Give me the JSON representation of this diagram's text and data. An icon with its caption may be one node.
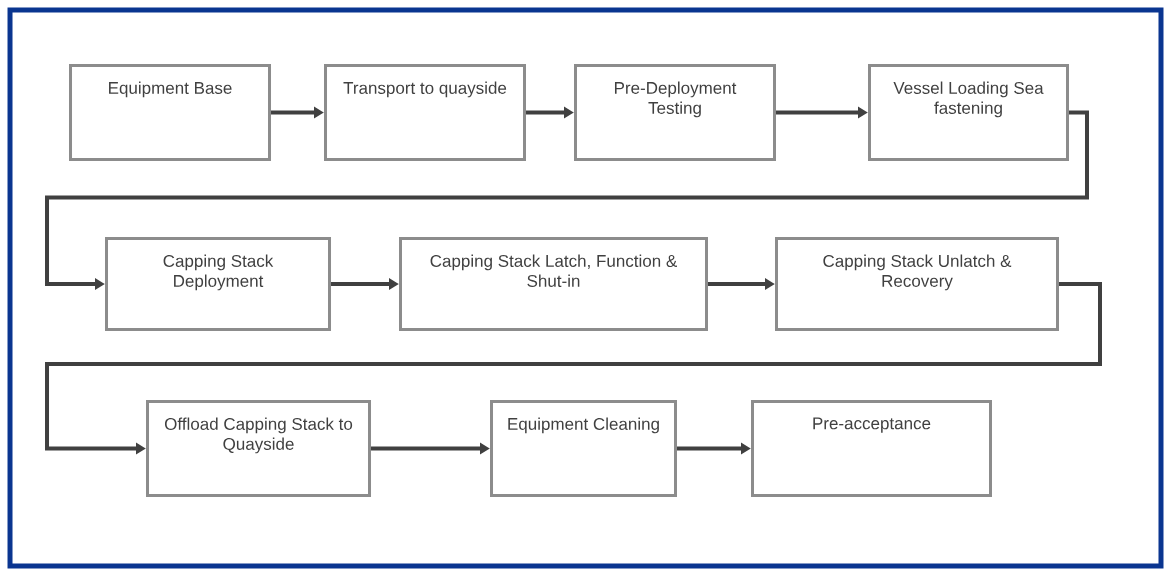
{
  "diagram": {
    "nodes": [
      {
        "text": [
          "Equipment Base"
        ]
      },
      {
        "text": [
          "Transport to quayside"
        ]
      },
      {
        "text": [
          "Pre-Deployment Testing"
        ]
      },
      {
        "text": [
          "Vessel Loading Sea fastening"
        ]
      },
      {
        "text": [
          "Capping Stack Deployment"
        ]
      },
      {
        "text": [
          "Capping Stack Latch, Function & Shut-in"
        ]
      },
      {
        "text": [
          "Capping Stack Unlatch & Recovery"
        ]
      },
      {
        "text": [
          "Offload Capping Stack to Quayside"
        ]
      },
      {
        "text": [
          "Equipment Cleaning"
        ]
      },
      {
        "text": [
          "Pre-acceptance"
        ]
      }
    ],
    "edges": [
      {
        "from": 0,
        "to": 1,
        "arrow": "to"
      },
      {
        "from": 1,
        "to": 2,
        "arrow": "to"
      },
      {
        "from": 2,
        "to": 3,
        "arrow": "to"
      },
      {
        "from": 3,
        "to": 4,
        "arrow": "to"
      },
      {
        "from": 4,
        "to": 5,
        "arrow": "to"
      },
      {
        "from": 5,
        "to": 6,
        "arrow": "to"
      },
      {
        "from": 6,
        "to": 7,
        "arrow": "to"
      },
      {
        "from": 7,
        "to": 8,
        "arrow": "to"
      },
      {
        "from": 8,
        "to": 9,
        "arrow": "to"
      }
    ]
  }
}
